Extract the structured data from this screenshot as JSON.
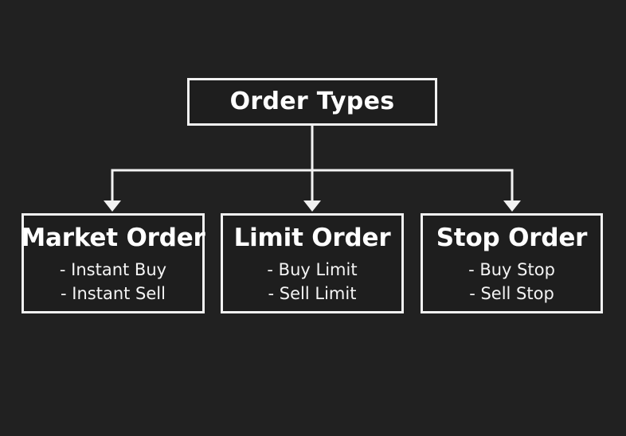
{
  "diagram": {
    "title": "Order Types",
    "background_color": "#212121",
    "line_color": "#f2f2f2",
    "text_color": "#ffffff",
    "root": {
      "label": "Order Types"
    },
    "children": [
      {
        "label": "Market Order",
        "items": [
          "- Instant Buy",
          "- Instant Sell"
        ]
      },
      {
        "label": "Limit Order",
        "items": [
          "- Buy Limit",
          "- Sell Limit"
        ]
      },
      {
        "label": "Stop Order",
        "items": [
          "- Buy Stop",
          "- Sell Stop"
        ]
      }
    ]
  }
}
